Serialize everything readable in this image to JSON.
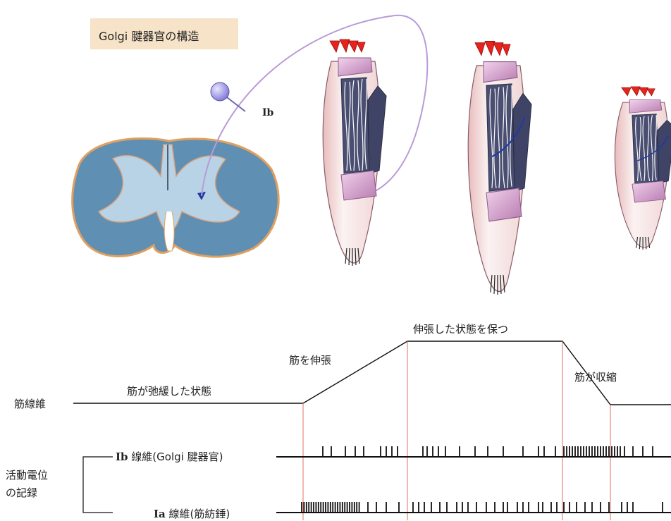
{
  "title": "Golgi 腱器官の構造",
  "nerve_label": "Ib",
  "phases": {
    "relaxed": "筋が弛緩した状態",
    "stretch": "筋を伸張",
    "hold": "伸張した状態を保つ",
    "contract": "筋が収縮"
  },
  "rows": {
    "fiber": "筋線維",
    "recording_line1": "活動電位",
    "recording_line2": "の記録",
    "ib_prefix": "Ib",
    "ib_label": "線維(Golgi 腱器官)",
    "ia_prefix": "Ia",
    "ia_label": "線維(筋紡錘)"
  },
  "colors": {
    "cord_outer": "#5f8fb3",
    "cord_inner": "#b9d3e6",
    "cord_border": "#e0a060",
    "organ_body": "#f3dede",
    "fascicle": "#4a4f72",
    "tendon": "#d9a6cf",
    "muscle_red": "#e8221c",
    "axon": "#b99ad8",
    "soma": "#a9a3e6",
    "red_line": "#e07060",
    "label_bg": "#f6e3c8"
  }
}
